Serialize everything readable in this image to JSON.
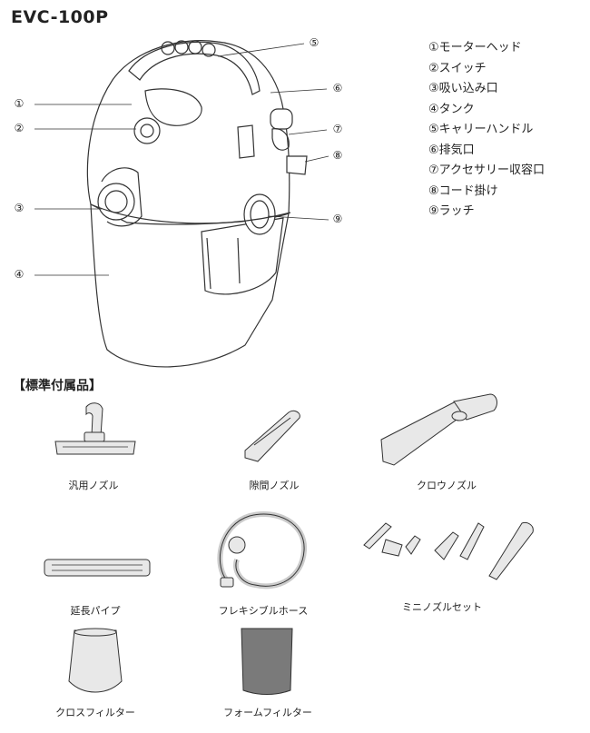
{
  "title": "EVC-100P",
  "parts": [
    {
      "num": "①",
      "label": "モーターヘッド"
    },
    {
      "num": "②",
      "label": "スイッチ"
    },
    {
      "num": "③",
      "label": "吸い込み口"
    },
    {
      "num": "④",
      "label": "タンク"
    },
    {
      "num": "⑤",
      "label": "キャリーハンドル"
    },
    {
      "num": "⑥",
      "label": "排気口"
    },
    {
      "num": "⑦",
      "label": "アクセサリー収容口"
    },
    {
      "num": "⑧",
      "label": "コード掛け"
    },
    {
      "num": "⑨",
      "label": "ラッチ"
    }
  ],
  "accessories_title": "【標準付属品】",
  "accessories": [
    {
      "label": "汎用ノズル",
      "icon": "floor-nozzle-icon"
    },
    {
      "label": "隙間ノズル",
      "icon": "crevice-nozzle-icon"
    },
    {
      "label": "クロウノズル",
      "icon": "claw-nozzle-icon"
    },
    {
      "label": "延長パイプ",
      "icon": "extension-pipe-icon"
    },
    {
      "label": "フレキシブルホース",
      "icon": "flexible-hose-icon"
    },
    {
      "label": "ミニノズルセット",
      "icon": "mini-nozzle-set-icon"
    },
    {
      "label": "クロスフィルター",
      "icon": "cloth-filter-icon"
    },
    {
      "label": "フォームフィルター",
      "icon": "foam-filter-icon"
    }
  ]
}
